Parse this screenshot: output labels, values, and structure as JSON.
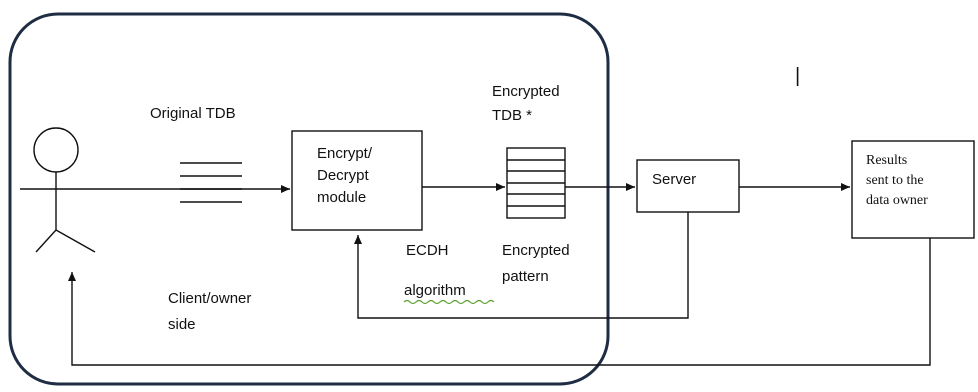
{
  "labels": {
    "original_tdb": "Original TDB",
    "encrypted_tdb_line1": "Encrypted",
    "encrypted_tdb_line2": "TDB *",
    "encrypt_module_line1": "Encrypt/",
    "encrypt_module_line2": "Decrypt",
    "encrypt_module_line3": "module",
    "server": "Server",
    "results_line1": "Results",
    "results_line2": "sent to the",
    "results_line3": "data owner",
    "ecdh_line1": "ECDH",
    "ecdh_line2": "algorithm",
    "encrypted_pattern_line1": "Encrypted",
    "encrypted_pattern_line2": "pattern",
    "client_line1": "Client/owner",
    "client_line2": "side",
    "stray_mark": "|"
  },
  "colors": {
    "region_border": "#1f2d44",
    "stroke": "#111111",
    "spellcheck_underline": "#5aa02c"
  }
}
